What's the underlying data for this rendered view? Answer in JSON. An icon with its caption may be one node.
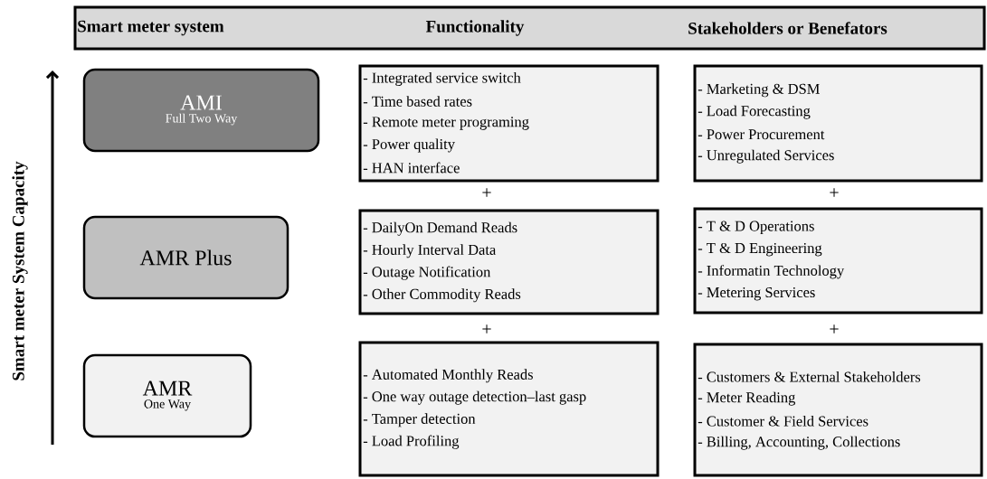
{
  "diagram": {
    "nodes": [
      {
        "text": [
          "Smart meter system",
          "Functionality",
          "Stakeholders or Benefators"
        ]
      },
      {
        "text": [
          "AMI",
          "Full Two Way"
        ]
      },
      {
        "text": [
          "AMR Plus"
        ]
      },
      {
        "text": [
          "AMR",
          "One Way"
        ]
      },
      {
        "text": [
          "- Integrated service switch",
          "- Time based rates",
          "- Remote meter programing",
          "- Power quality",
          "- HAN interface"
        ]
      },
      {
        "text": [
          "- Marketing & DSM",
          "- Load Forecasting",
          "- Power Procurement",
          "- Unregulated Services"
        ]
      },
      {
        "text": [
          "- DailyOn Demand Reads",
          "- Hourly Interval Data",
          "- Outage Notification",
          "- Other Commodity Reads"
        ]
      },
      {
        "text": [
          "- T & D Operations",
          "- T & D Engineering",
          "- Informatin Technology",
          "- Metering Services"
        ]
      },
      {
        "text": [
          "- Automated Monthly Reads",
          "- One way outage detection–last gasp",
          "- Tamper detection",
          "- Load Profiling"
        ]
      },
      {
        "text": [
          "- Customers & External Stakeholders",
          "- Meter Reading",
          "- Customer & Field Services",
          "- Billing, Accounting, Collections"
        ]
      }
    ],
    "labels": [
      "Smart meter System Capacity",
      "+",
      "+",
      "+",
      "+"
    ]
  }
}
